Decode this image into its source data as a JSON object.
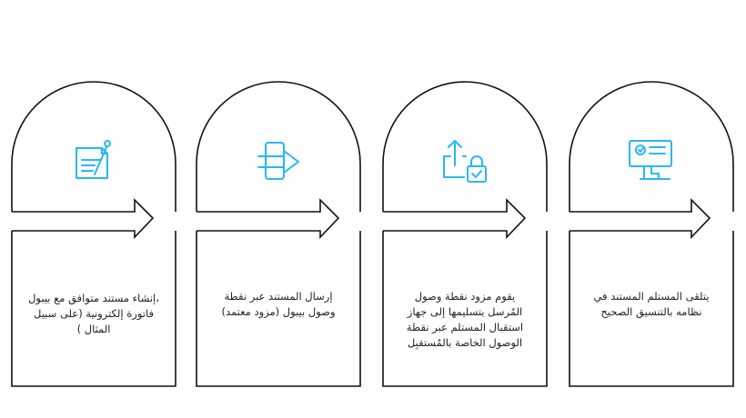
{
  "diagram": {
    "accent": "#29b6f6",
    "stroke": "#111111",
    "steps": [
      {
        "icon": "document-edit-icon",
        "text": "،إنشاء مستند متوافق مع بيبول فاتورة إلكترونية (على سبيل المثال )"
      },
      {
        "icon": "transfer-arrow-icon",
        "text": "إرسال المستند عبر نقطة وصول بيبول (مزود معتمد)"
      },
      {
        "icon": "upload-lock-icon",
        "text": "يقوم مزود نقطة وصول المُرسل بتسليمها إلى جهاز استقبال المستلم عبر نقطة الوصول الخاصة بالمُستقبِل"
      },
      {
        "icon": "monitor-check-icon",
        "text": "يتلقى المستلم المستند في نظامه بالتنسيق الصحيح"
      }
    ]
  }
}
